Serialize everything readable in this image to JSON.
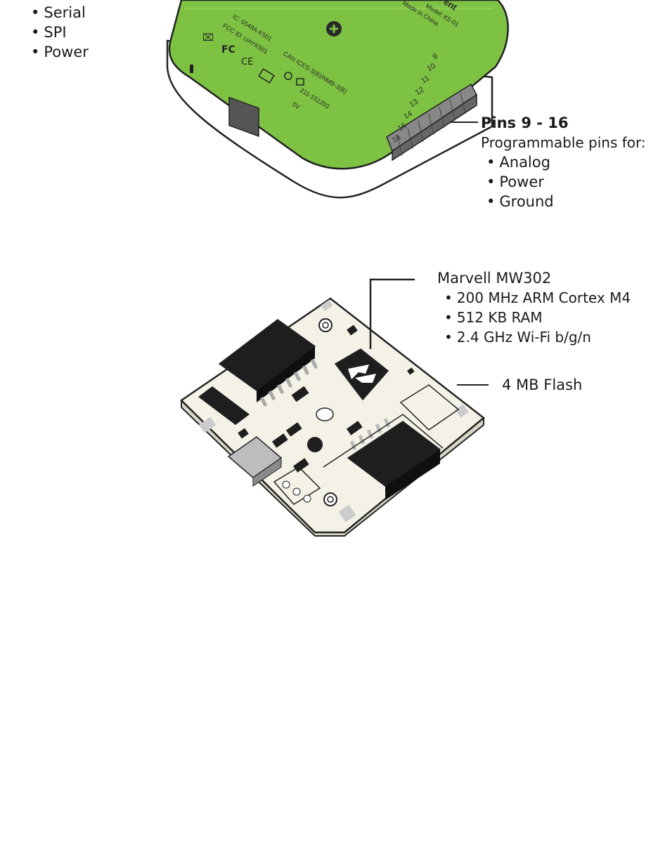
{
  "top_left_list": {
    "items": [
      "Serial",
      "SPI",
      "Power"
    ]
  },
  "pins_callout": {
    "title": "Pins 9 - 16",
    "subtitle": "Programmable pins for:",
    "items": [
      "Analog",
      "Power",
      "Ground"
    ]
  },
  "case_markings": {
    "ic": "IC: 6549A-K501",
    "fcc": "FCC ID: UAYK501",
    "can": "CAN ICES-3(B)/NMB-3(B)",
    "model": "Model: K5-01",
    "made_in": "Made in China.",
    "brand_fragment": "ent",
    "cert_number": "211-151203",
    "power_rating": "5V",
    "pin_numbers": [
      "9",
      "10",
      "11",
      "12",
      "13",
      "14",
      "15",
      "16"
    ]
  },
  "chip_callout": {
    "title": "Marvell MW302",
    "items": [
      "200 MHz ARM Cortex M4",
      "512 KB RAM",
      "2.4 GHz Wi-Fi b/g/n"
    ]
  },
  "flash_callout": {
    "label": "4 MB Flash"
  },
  "colors": {
    "case_green": "#7dc242",
    "board_cream": "#f4f2e6",
    "outline": "#222222",
    "chip_black": "#1e1e1e"
  }
}
